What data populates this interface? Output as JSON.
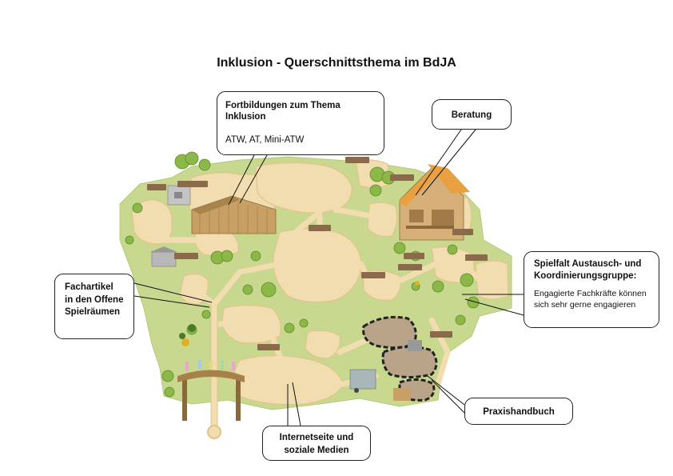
{
  "title": "Inklusion - Querschnittsthema im BdJA",
  "callouts": {
    "fortbildungen": {
      "heading": "Fortbildungen zum Thema Inklusion",
      "text": "ATW, AT, Mini-ATW"
    },
    "beratung": {
      "heading": "Beratung"
    },
    "fachartikel": {
      "heading": "Fachartikel in den Offene Spielräumen"
    },
    "spielfalt": {
      "heading": "Spielfalt Austausch- und Koordinierungsgruppe:",
      "text": "Engagierte Fachkräfte können sich sehr gerne engagieren"
    },
    "praxishandbuch": {
      "heading": "Praxishandbuch"
    },
    "internetseite": {
      "heading": "Internetseite und soziale Medien"
    }
  },
  "colors": {
    "grass": "#c8d98f",
    "grass_dark": "#9fbf5a",
    "path": "#f2ddb0",
    "path_edge": "#e6c98e",
    "wood": "#c8a064",
    "roof_orange": "#e8a040",
    "sign": "#8a6a4a"
  }
}
